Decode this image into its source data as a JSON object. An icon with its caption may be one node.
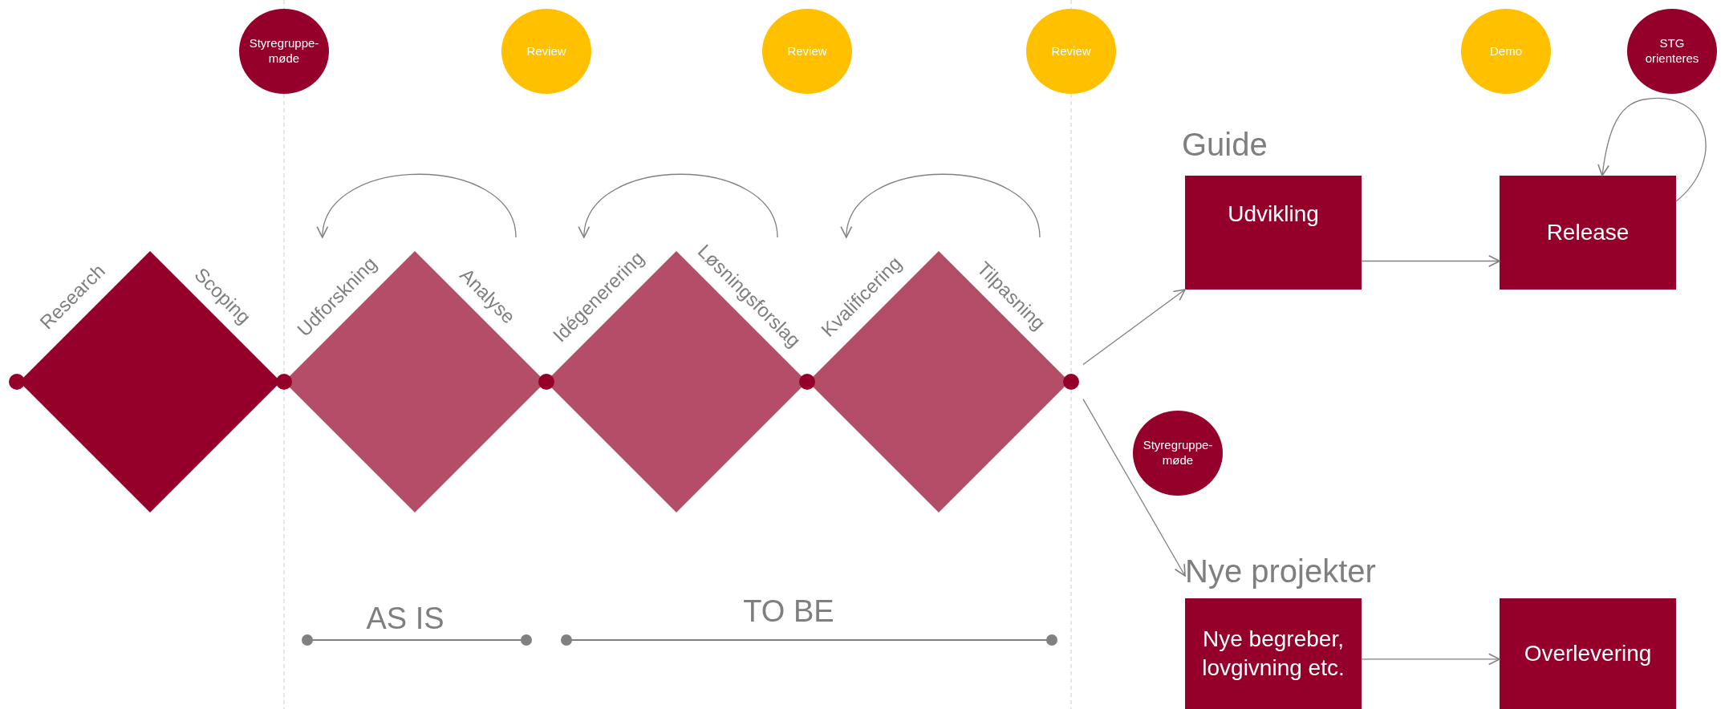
{
  "diagram": {
    "nodes": [
      {
        "text": [
          "Styregruppe- møde"
        ]
      },
      {
        "text": [
          "Review"
        ]
      },
      {
        "text": [
          "Review"
        ]
      },
      {
        "text": [
          "Review"
        ]
      },
      {
        "text": [
          "Demo"
        ]
      },
      {
        "text": [
          "STG orienteres"
        ]
      },
      {
        "text": [
          "Guide"
        ]
      },
      {
        "text": [
          "Research",
          "Scoping"
        ]
      },
      {
        "text": [
          "Udforskning",
          "Analyse"
        ]
      },
      {
        "text": [
          "Idégenerering",
          "Løsningsforslag"
        ]
      },
      {
        "text": [
          "Kvalificering",
          "Tilpasning"
        ]
      },
      {
        "text": [
          "Udvikling"
        ]
      },
      {
        "text": [
          "Release"
        ]
      },
      {
        "text": [
          "Styregruppe- møde"
        ]
      },
      {
        "text": [
          "Nye projekter"
        ]
      },
      {
        "text": [
          "Nye begreber, lovgivning etc."
        ]
      },
      {
        "text": [
          "Overlevering"
        ]
      }
    ],
    "edges": [
      {
        "from": 8,
        "to": 8,
        "arrow": "to"
      },
      {
        "from": 9,
        "to": 9,
        "arrow": "to"
      },
      {
        "from": 10,
        "to": 10,
        "arrow": "to"
      },
      {
        "from": 12,
        "to": 12,
        "arrow": "to"
      },
      {
        "from": 10,
        "to": 11,
        "arrow": "to"
      },
      {
        "from": 10,
        "to": 14,
        "arrow": "to"
      },
      {
        "from": 11,
        "to": 12,
        "arrow": "to"
      },
      {
        "from": 15,
        "to": 16,
        "arrow": "to"
      }
    ],
    "labels": [
      "AS IS",
      "TO BE"
    ]
  }
}
